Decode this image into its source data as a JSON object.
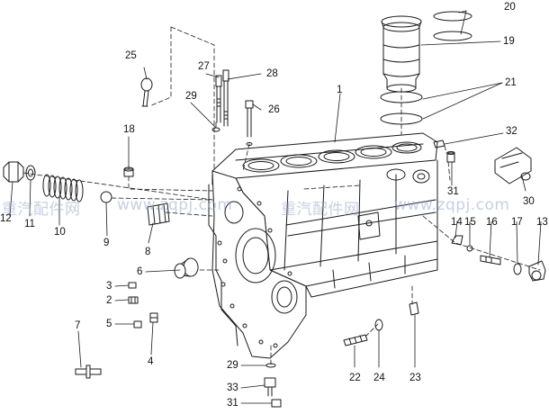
{
  "colors": {
    "line": "#1a1a1a",
    "watermark": "#9fb1c8"
  },
  "watermark": {
    "segments": [
      "重汽配件网",
      "www.zqpj.com",
      "重汽配件网",
      "www.zqpj.com"
    ]
  },
  "callouts": [
    "1",
    "2",
    "3",
    "4",
    "5",
    "6",
    "7",
    "8",
    "9",
    "10",
    "11",
    "12",
    "13",
    "14",
    "15",
    "16",
    "17",
    "18",
    "19",
    "20",
    "21",
    "22",
    "23",
    "24",
    "25",
    "26",
    "27",
    "28",
    "29",
    "29",
    "30",
    "31",
    "31",
    "32",
    "33"
  ]
}
